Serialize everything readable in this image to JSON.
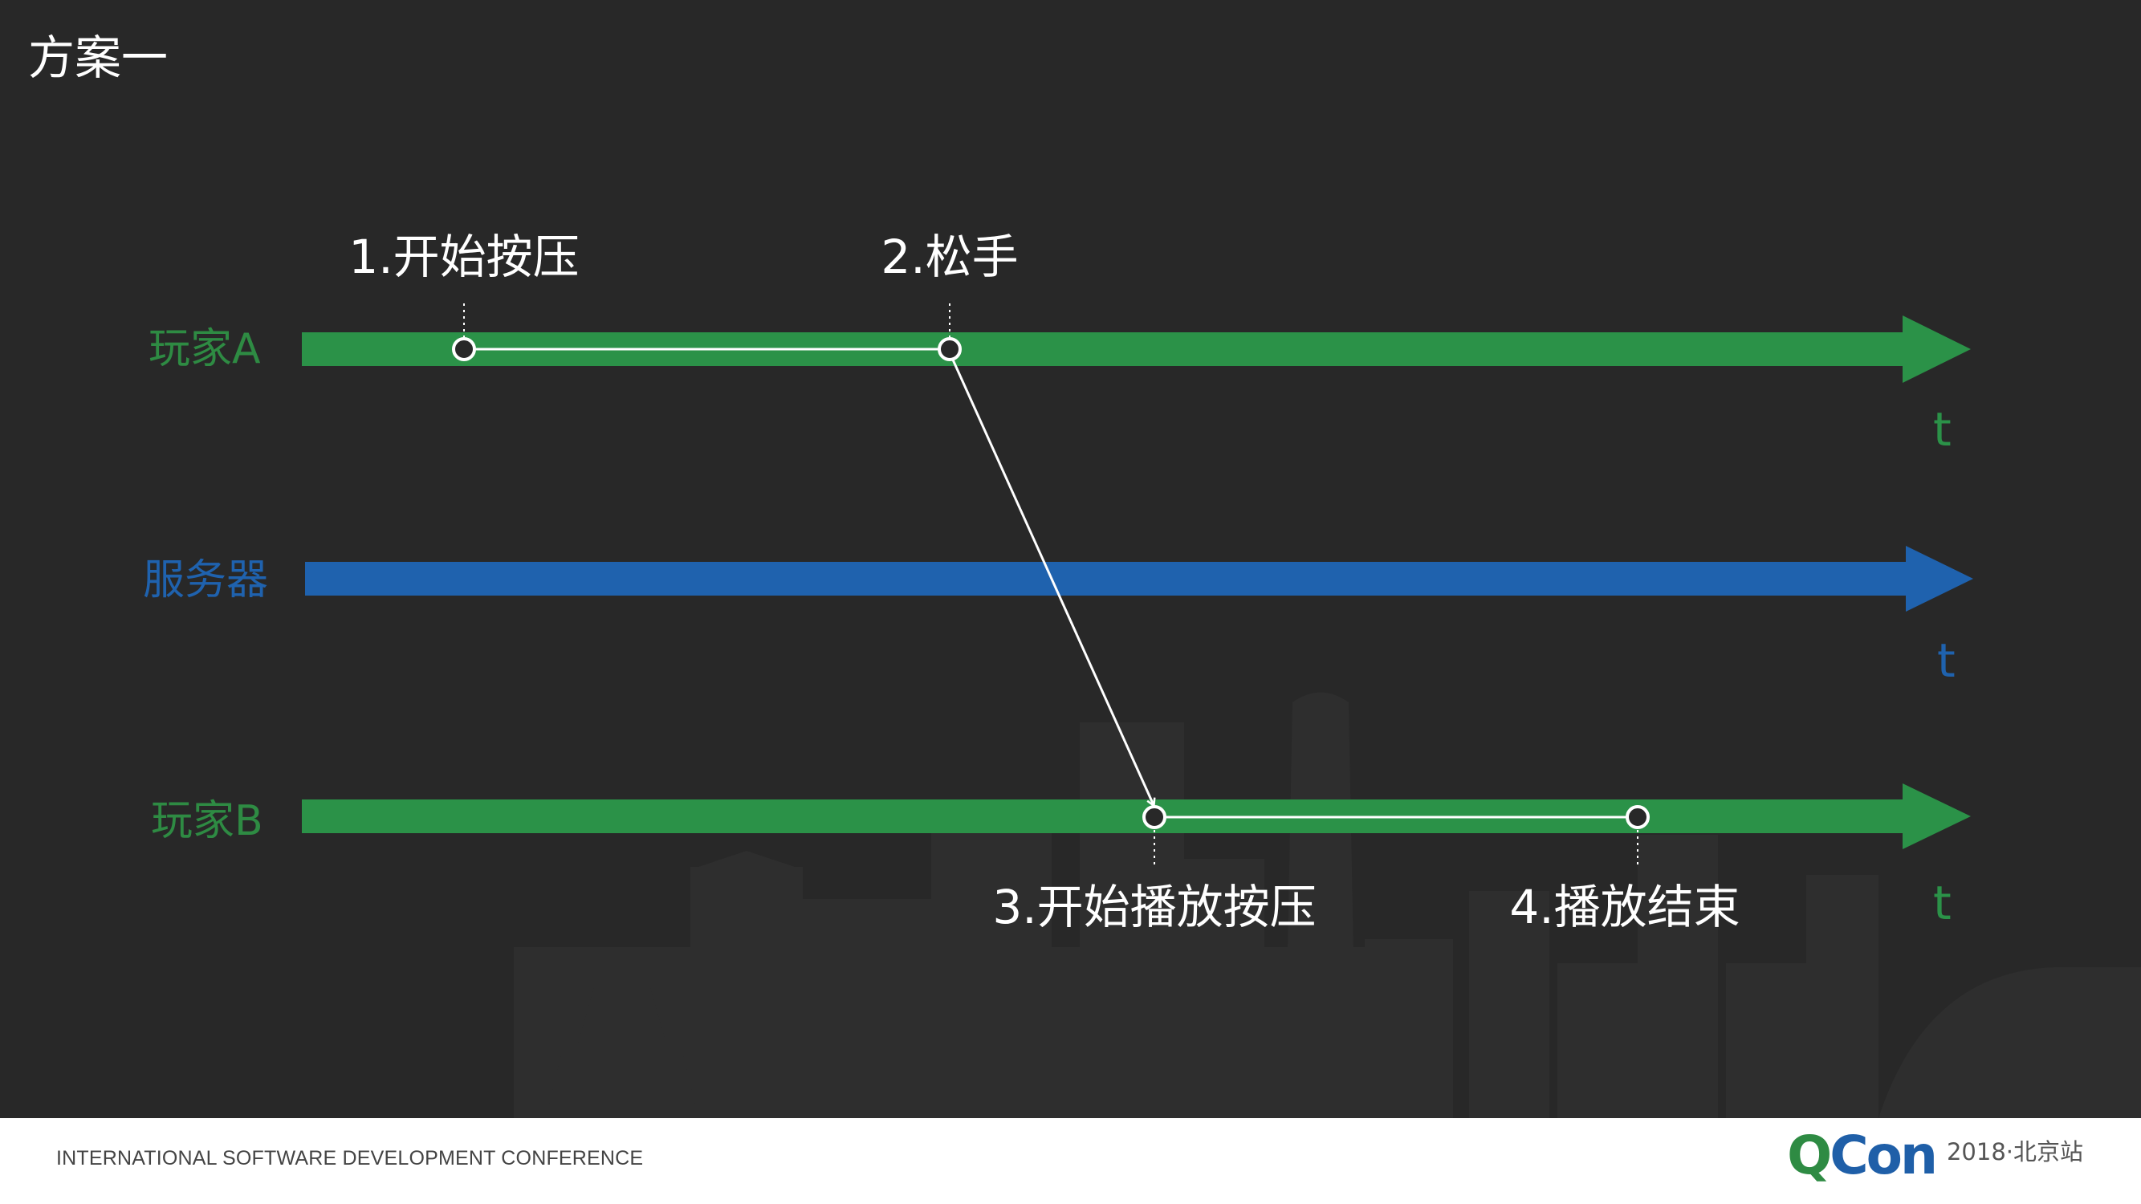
{
  "title": "方案一",
  "colors": {
    "background": "#282828",
    "green": "#2b9248",
    "green_text": "#2e8b43",
    "blue": "#1f62ae",
    "white": "#ffffff"
  },
  "lanes": [
    {
      "label": "玩家A",
      "axis": "t",
      "color": "#2b9248"
    },
    {
      "label": "服务器",
      "axis": "t",
      "color": "#1f62ae"
    },
    {
      "label": "玩家B",
      "axis": "t",
      "color": "#2b9248"
    }
  ],
  "events": [
    {
      "label": "1.开始按压",
      "lane": 0
    },
    {
      "label": "2.松手",
      "lane": 0
    },
    {
      "label": "3.开始播放按压",
      "lane": 2
    },
    {
      "label": "4.播放结束",
      "lane": 2
    }
  ],
  "footer": {
    "conference": "INTERNATIONAL SOFTWARE DEVELOPMENT CONFERENCE",
    "brand_q": "Q",
    "brand_rest": "Con",
    "brand_year": "2018·北京站"
  }
}
